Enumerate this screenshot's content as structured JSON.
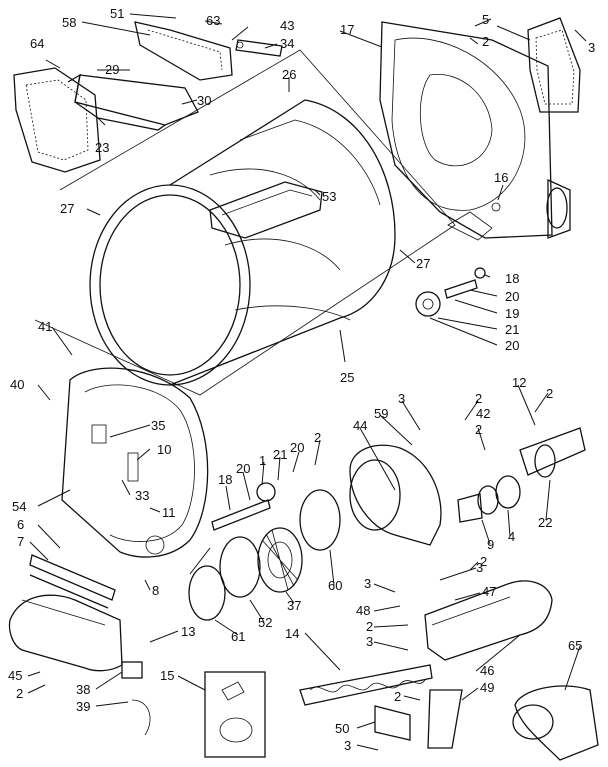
{
  "diagram": {
    "type": "exploded parts diagram",
    "callouts": [
      {
        "id": "c51",
        "text": "51"
      },
      {
        "id": "c58",
        "text": "58"
      },
      {
        "id": "c64",
        "text": "64"
      },
      {
        "id": "c63",
        "text": "63"
      },
      {
        "id": "c43",
        "text": "43"
      },
      {
        "id": "c34",
        "text": "34"
      },
      {
        "id": "c29",
        "text": "29"
      },
      {
        "id": "c30",
        "text": "30"
      },
      {
        "id": "c23",
        "text": "23"
      },
      {
        "id": "c26",
        "text": "26"
      },
      {
        "id": "c17",
        "text": "17"
      },
      {
        "id": "c5",
        "text": "5"
      },
      {
        "id": "c2a",
        "text": "2"
      },
      {
        "id": "c3a",
        "text": "3"
      },
      {
        "id": "c16",
        "text": "16"
      },
      {
        "id": "c53",
        "text": "53"
      },
      {
        "id": "c27a",
        "text": "27"
      },
      {
        "id": "c27b",
        "text": "27"
      },
      {
        "id": "c18a",
        "text": "18"
      },
      {
        "id": "c20a",
        "text": "20"
      },
      {
        "id": "c19",
        "text": "19"
      },
      {
        "id": "c21a",
        "text": "21"
      },
      {
        "id": "c20b",
        "text": "20"
      },
      {
        "id": "c25",
        "text": "25"
      },
      {
        "id": "c41",
        "text": "41"
      },
      {
        "id": "c40",
        "text": "40"
      },
      {
        "id": "c35",
        "text": "35"
      },
      {
        "id": "c10",
        "text": "10"
      },
      {
        "id": "c33",
        "text": "33"
      },
      {
        "id": "c11",
        "text": "11"
      },
      {
        "id": "c54",
        "text": "54"
      },
      {
        "id": "c6",
        "text": "6"
      },
      {
        "id": "c7",
        "text": "7"
      },
      {
        "id": "c8",
        "text": "8"
      },
      {
        "id": "c18b",
        "text": "18"
      },
      {
        "id": "c20c",
        "text": "20"
      },
      {
        "id": "c1",
        "text": "1"
      },
      {
        "id": "c21b",
        "text": "21"
      },
      {
        "id": "c20d",
        "text": "20"
      },
      {
        "id": "c2b",
        "text": "2"
      },
      {
        "id": "c44",
        "text": "44"
      },
      {
        "id": "c3b",
        "text": "3"
      },
      {
        "id": "c59",
        "text": "59"
      },
      {
        "id": "c2c",
        "text": "2"
      },
      {
        "id": "c42",
        "text": "42"
      },
      {
        "id": "c2d",
        "text": "2"
      },
      {
        "id": "c12",
        "text": "12"
      },
      {
        "id": "c2e",
        "text": "2"
      },
      {
        "id": "c22",
        "text": "22"
      },
      {
        "id": "c4",
        "text": "4"
      },
      {
        "id": "c9",
        "text": "9"
      },
      {
        "id": "c2f",
        "text": "2"
      },
      {
        "id": "c60",
        "text": "60"
      },
      {
        "id": "c37",
        "text": "37"
      },
      {
        "id": "c52",
        "text": "52"
      },
      {
        "id": "c61",
        "text": "61"
      },
      {
        "id": "c3c",
        "text": "3"
      },
      {
        "id": "c47",
        "text": "47"
      },
      {
        "id": "c3d",
        "text": "3"
      },
      {
        "id": "c48",
        "text": "48"
      },
      {
        "id": "c2g",
        "text": "2"
      },
      {
        "id": "c3e",
        "text": "3"
      },
      {
        "id": "c13",
        "text": "13"
      },
      {
        "id": "c14",
        "text": "14"
      },
      {
        "id": "c15",
        "text": "15"
      },
      {
        "id": "c45",
        "text": "45"
      },
      {
        "id": "c2h",
        "text": "2"
      },
      {
        "id": "c38",
        "text": "38"
      },
      {
        "id": "c39",
        "text": "39"
      },
      {
        "id": "c46",
        "text": "46"
      },
      {
        "id": "c49",
        "text": "49"
      },
      {
        "id": "c65",
        "text": "65"
      },
      {
        "id": "c2i",
        "text": "2"
      },
      {
        "id": "c50",
        "text": "50"
      },
      {
        "id": "c3f",
        "text": "3"
      }
    ]
  }
}
